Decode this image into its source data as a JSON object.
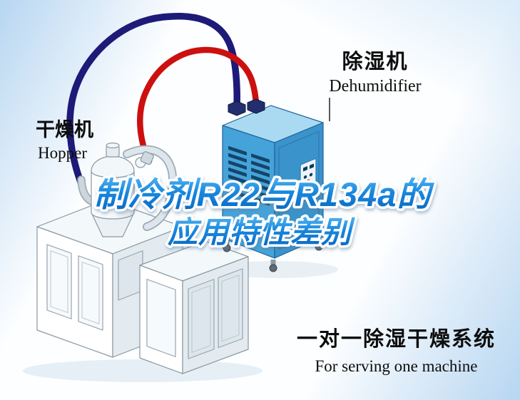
{
  "scene": {
    "machine_labels": {
      "hopper": {
        "zh": "干燥机",
        "en": "Hopper"
      },
      "dehumidifier": {
        "zh": "除湿机",
        "en": "Dehumidifier"
      }
    },
    "title": {
      "line1": "制冷剂R22与R134a的",
      "line2": "应用特性差别"
    },
    "caption": {
      "zh": "一对一除湿干燥系统",
      "en": "For serving one machine"
    },
    "colors": {
      "title_blue": "#1787dd",
      "pipe_red": "#cc1010",
      "pipe_navy": "#1d1a78",
      "dehumidifier_blue": "#46a3da",
      "background_tint": "#b7d6f1",
      "label_text": "#0d0d0d"
    }
  }
}
